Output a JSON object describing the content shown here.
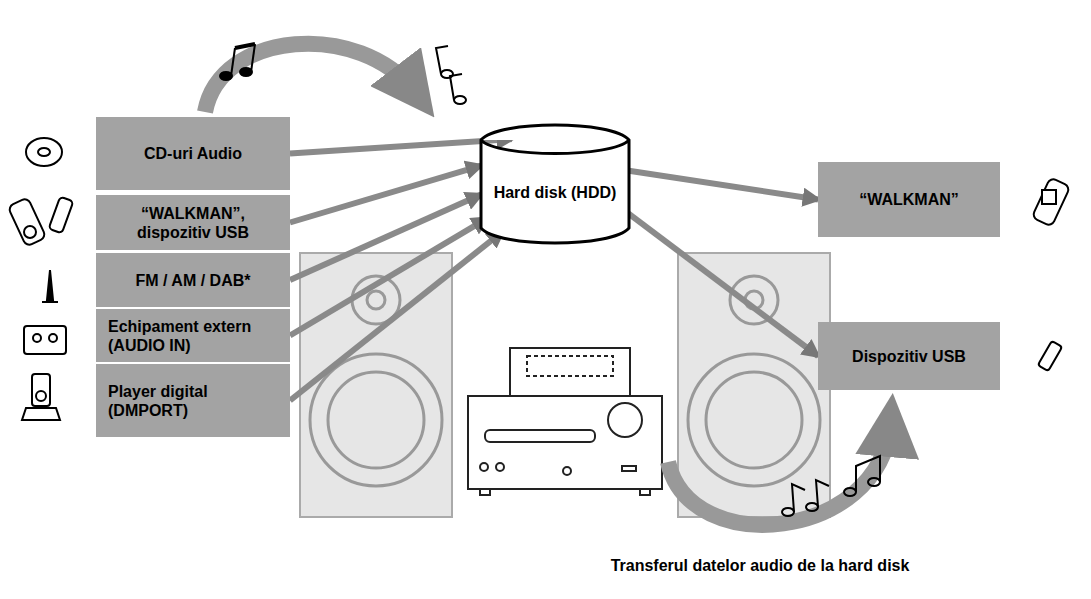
{
  "diagram": {
    "nodes": [
      {
        "text": [
          "CD-uri Audio"
        ]
      },
      {
        "text": [
          "“WALKMAN”, dispozitiv USB"
        ]
      },
      {
        "text": [
          "FM / AM / DAB*"
        ]
      },
      {
        "text": [
          "Echipament extern (AUDIO IN)"
        ]
      },
      {
        "text": [
          "Player digital (DMPORT)"
        ]
      },
      {
        "text": [
          "Hard disk (HDD)"
        ]
      },
      {
        "text": [
          "“WALKMAN”"
        ]
      },
      {
        "text": [
          "Dispozitiv USB"
        ]
      }
    ],
    "edges": [
      {
        "from": 0,
        "to": 5,
        "arrow": "to"
      },
      {
        "from": 1,
        "to": 5,
        "arrow": "to"
      },
      {
        "from": 2,
        "to": 5,
        "arrow": "to"
      },
      {
        "from": 3,
        "to": 5,
        "arrow": "to"
      },
      {
        "from": 4,
        "to": 5,
        "arrow": "to"
      },
      {
        "from": 5,
        "to": 6,
        "arrow": "to"
      },
      {
        "from": 5,
        "to": 7,
        "arrow": "to"
      }
    ],
    "labels": [
      "Transferul datelor audio de la hard disk"
    ]
  }
}
